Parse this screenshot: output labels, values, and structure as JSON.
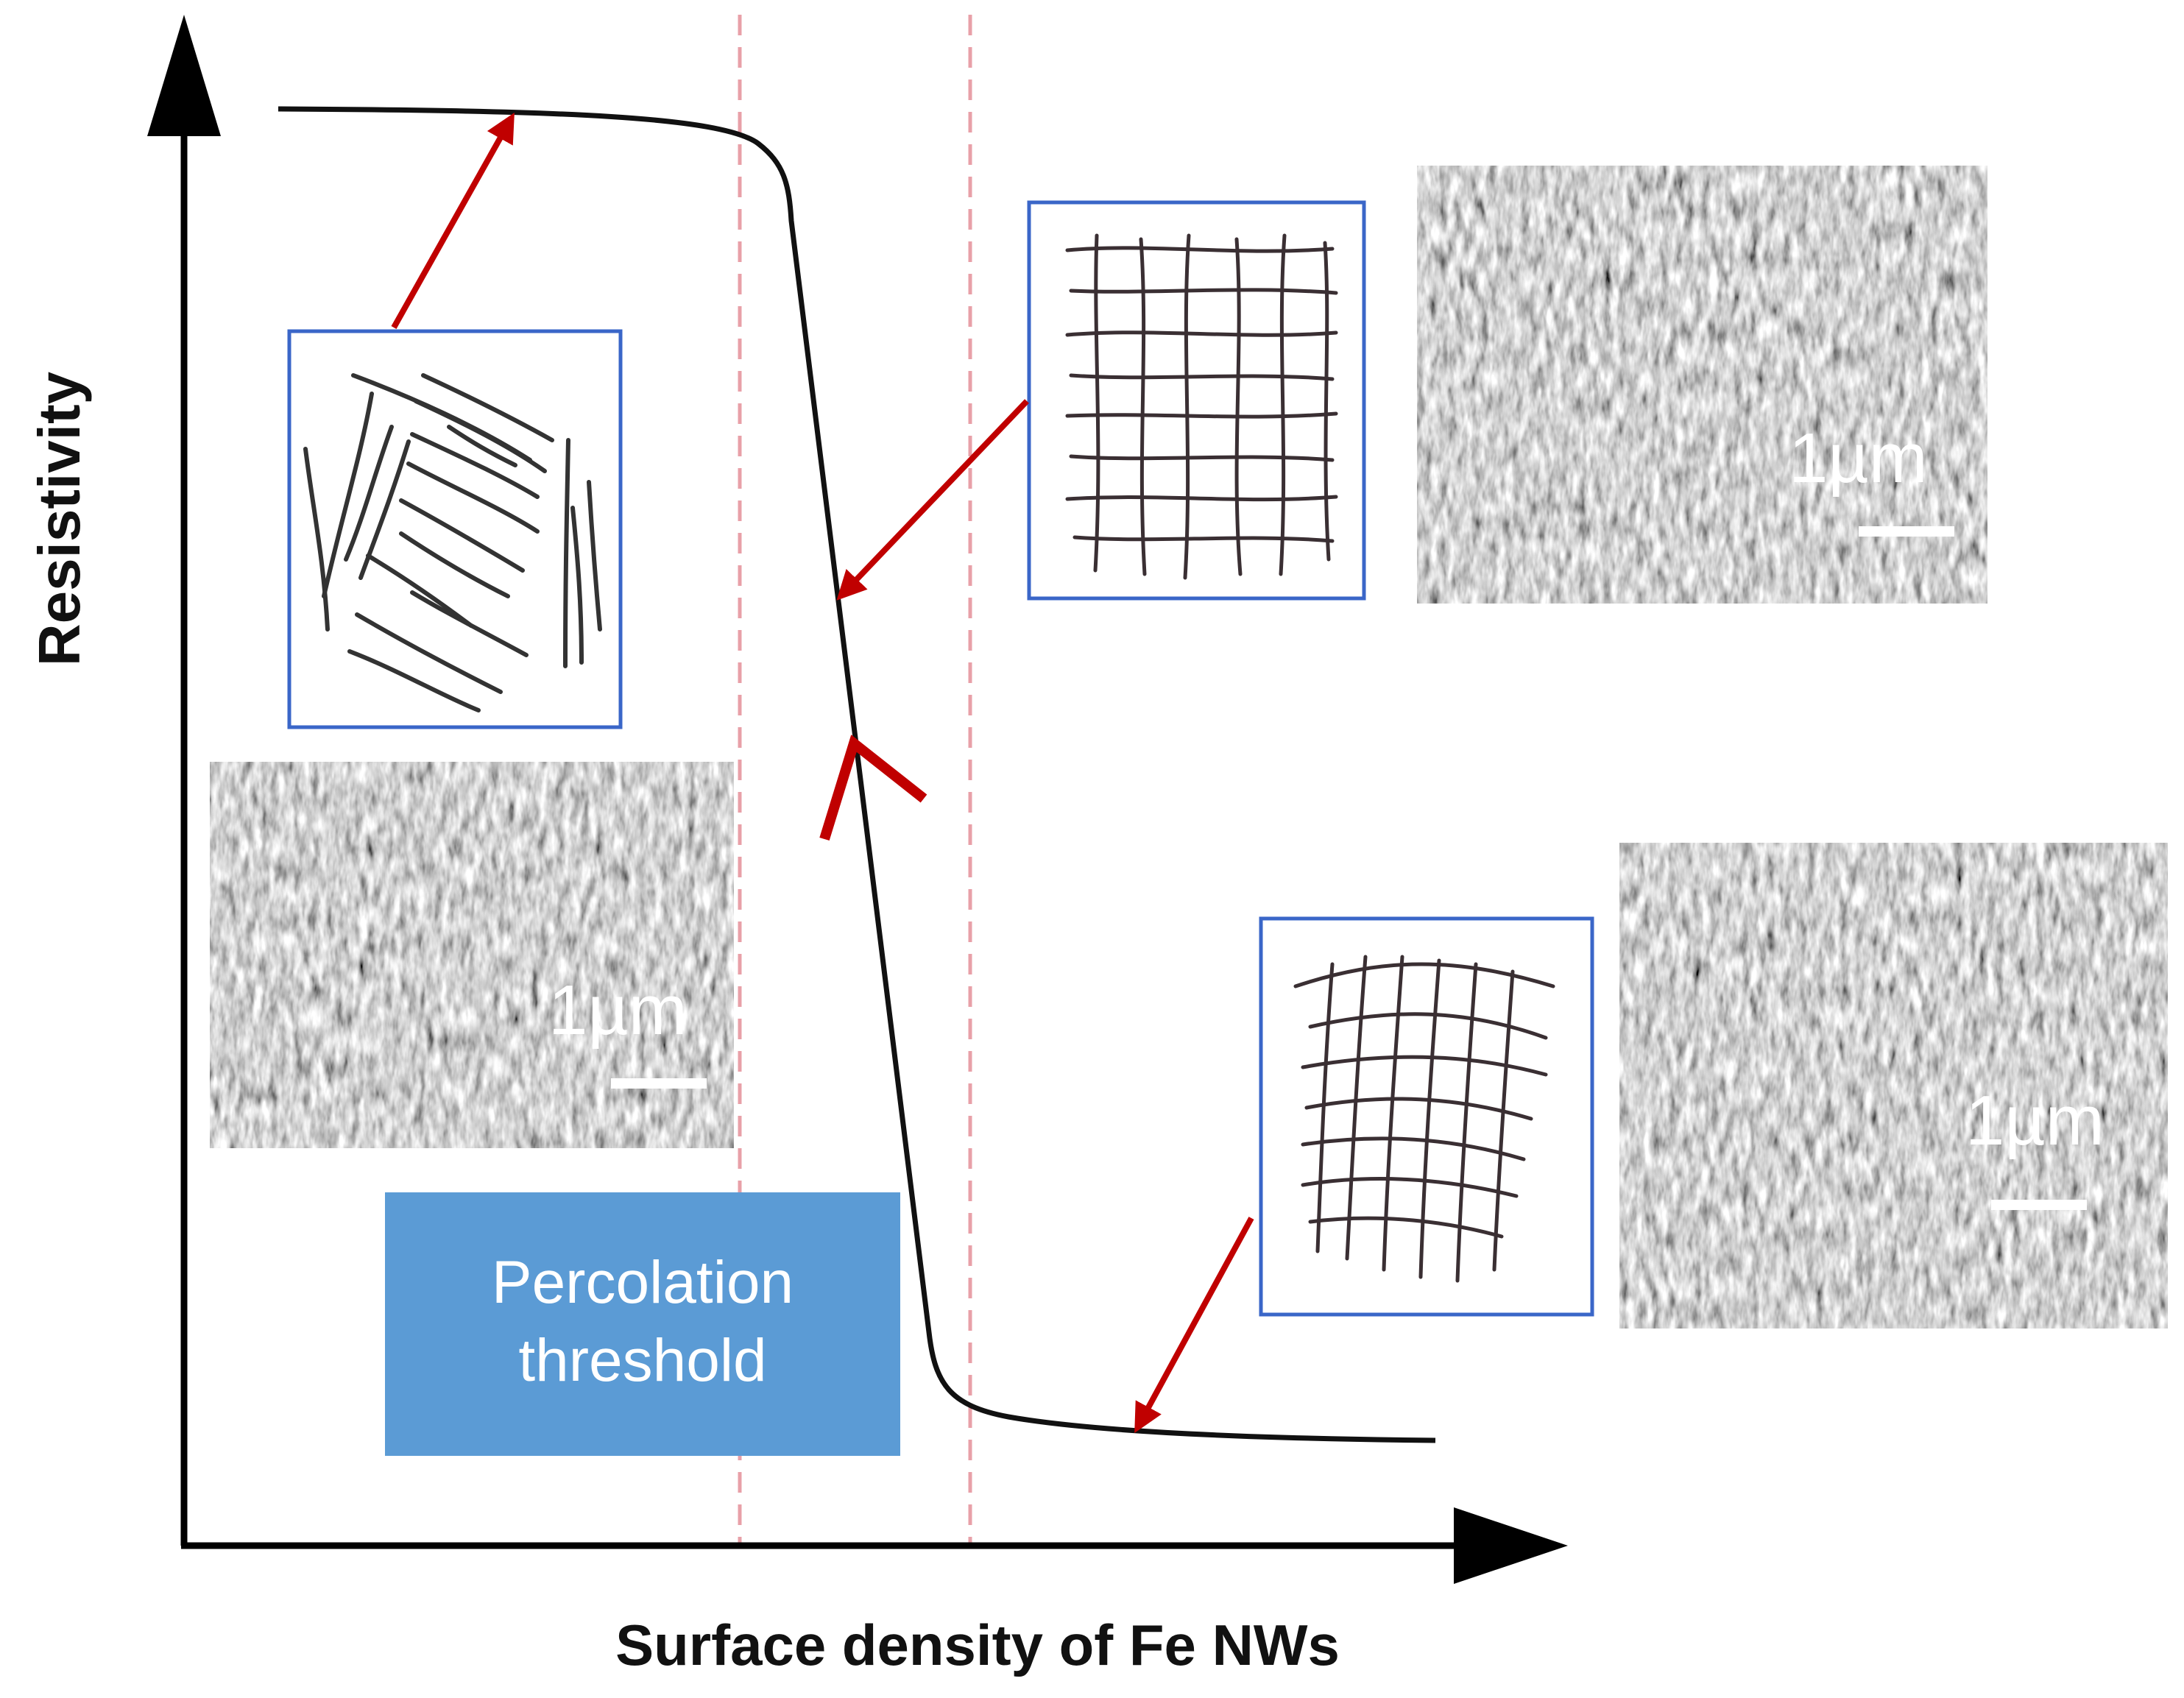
{
  "figure": {
    "y_axis_label": "Resistivity",
    "x_axis_label": "Surface density of Fe NWs",
    "threshold_label_line1": "Percolation",
    "threshold_label_line2": "threshold",
    "sem_images": [
      {
        "scale_label": "1µm",
        "position": "lower-left, low density"
      },
      {
        "scale_label": "1µm",
        "position": "upper-right, intermediate density"
      },
      {
        "scale_label": "1µm",
        "position": "lower-right, high density"
      }
    ],
    "insets": [
      {
        "depicts": "disconnected nanowires",
        "points_to": "high-resistivity plateau"
      },
      {
        "depicts": "partially connected network",
        "points_to": "steep drop of curve"
      },
      {
        "depicts": "dense connected network",
        "points_to": "low-resistivity plateau"
      }
    ],
    "colors": {
      "curve": "#111111",
      "arrows": "#c00000",
      "inset_border": "#3a66c8",
      "threshold_box": "#5b9bd5",
      "threshold_lines": "#e8a0a8"
    }
  }
}
